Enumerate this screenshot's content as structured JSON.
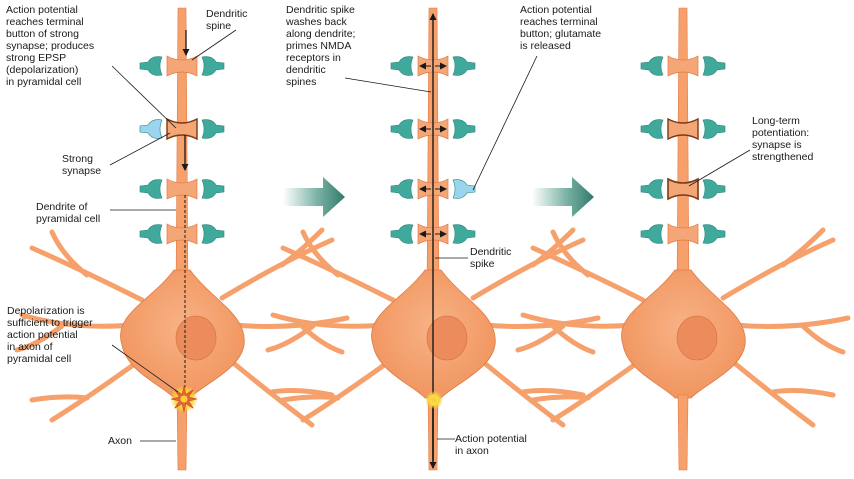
{
  "colors": {
    "neuron_fill": "#f6a06c",
    "neuron_edge": "#e07a45",
    "nucleus": "#ec8c5c",
    "terminal_teal": "#3fa99b",
    "terminal_teal_dark": "#2b8478",
    "strong_terminal": "#9ad4ee",
    "arrow_fill": "#2f7a6a",
    "glow": "#f7d23a",
    "line": "#1a1a1a"
  },
  "panel1": {
    "label_ap_strong": "Action potential\nreaches terminal\nbutton of strong\nsynapse; produces\nstrong EPSP\n(depolarization)\nin pyramidal cell",
    "label_dendritic_spine": "Dendritic\nspine",
    "label_strong_synapse": "Strong\nsynapse",
    "label_dendrite": "Dendrite of\npyramidal cell",
    "label_depolarization": "Depolarization is\nsufficient to trigger\naction potential\nin axon of\npyramidal cell",
    "label_axon": "Axon"
  },
  "panel2": {
    "label_spike_washes": "Dendritic spike\nwashes back\nalong dendrite;\nprimes NMDA\nreceptors in\ndendritic\nspines",
    "label_glutamate": "Action potential\nreaches terminal\nbutton; glutamate\nis released",
    "label_dendritic_spike": "Dendritic\nspike",
    "label_ap_axon": "Action potential\nin axon"
  },
  "panel3": {
    "label_ltp": "Long-term\npotentiation:\nsynapse is\nstrengthened"
  }
}
